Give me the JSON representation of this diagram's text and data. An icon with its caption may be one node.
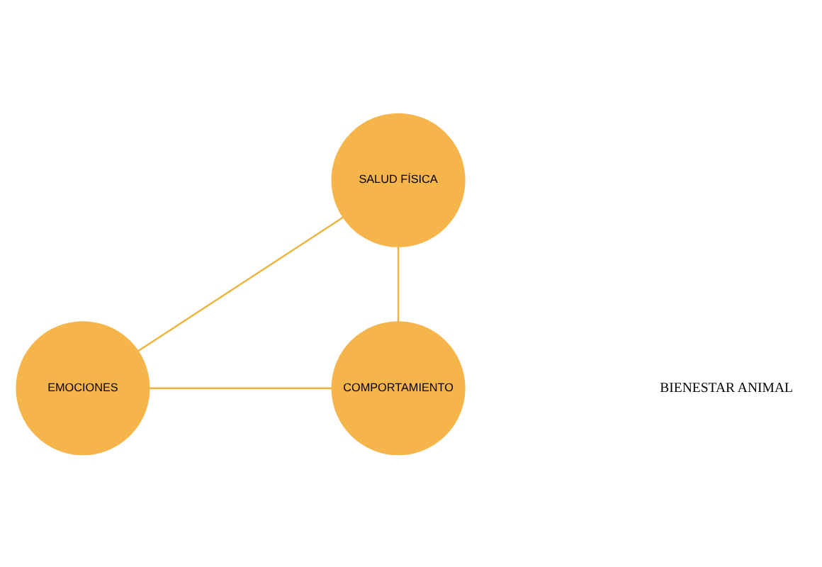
{
  "diagram": {
    "nodes": [
      {
        "text": [
          "SALUD FÍSICA"
        ]
      },
      {
        "text": [
          "EMOCIONES"
        ]
      },
      {
        "text": [
          "COMPORTAMIENTO"
        ]
      }
    ],
    "edges": [
      {
        "from": 0,
        "to": 1,
        "arrow": "none"
      },
      {
        "from": 0,
        "to": 2,
        "arrow": "none"
      },
      {
        "from": 1,
        "to": 2,
        "arrow": "none"
      }
    ],
    "labels": [
      "BIENESTAR ANIMAL"
    ]
  }
}
